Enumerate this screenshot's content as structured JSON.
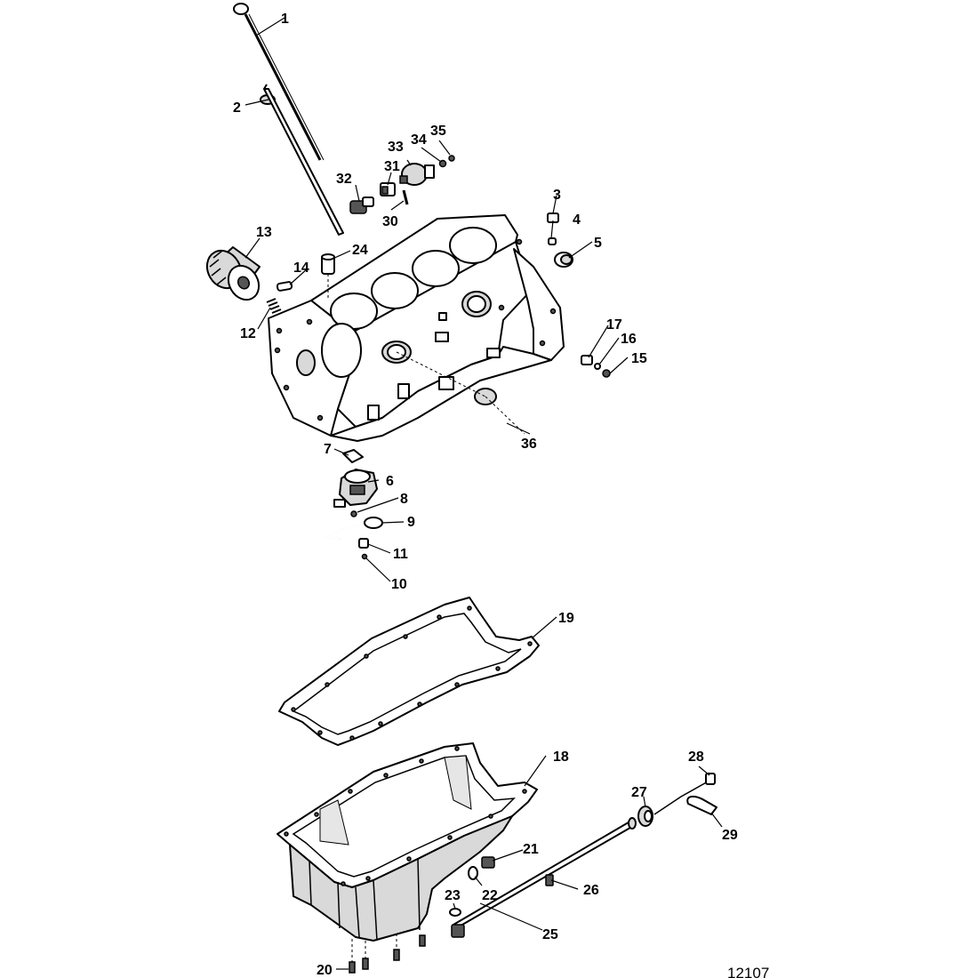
{
  "figure_number": "12107",
  "callouts": {
    "c1": "1",
    "c2": "2",
    "c3": "3",
    "c4": "4",
    "c5": "5",
    "c6": "6",
    "c7": "7",
    "c8": "8",
    "c9": "9",
    "c10": "10",
    "c11": "11",
    "c12": "12",
    "c13": "13",
    "c14": "14",
    "c15": "15",
    "c16": "16",
    "c17": "17",
    "c18": "18",
    "c19": "19",
    "c20": "20",
    "c21": "21",
    "c22": "22",
    "c23": "23",
    "c24": "24",
    "c25": "25",
    "c26": "26",
    "c27": "27",
    "c28": "28",
    "c29": "29",
    "c30": "30",
    "c31": "31",
    "c32": "32",
    "c33": "33",
    "c34": "34",
    "c35": "35",
    "c36": "36"
  }
}
